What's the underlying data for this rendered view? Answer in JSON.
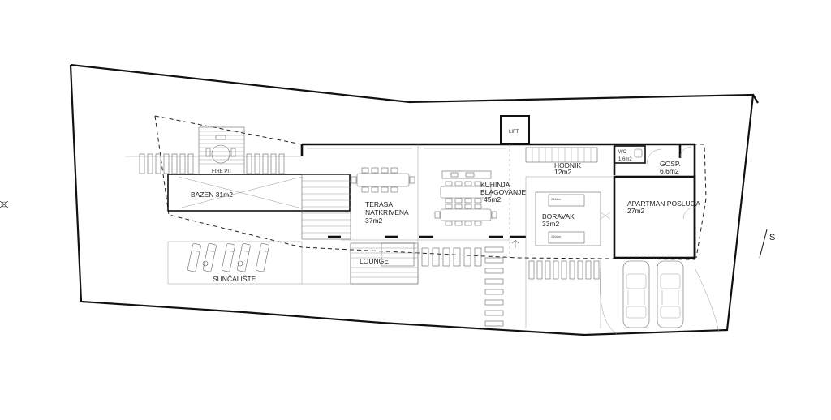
{
  "rooms": {
    "lift": "LIFT",
    "fire_pit": "FIRE PIT",
    "bazen": "BAZEN 31m2",
    "terasa_1": "TERASA",
    "terasa_2": "NATKRIVENA",
    "terasa_3": "37m2",
    "kuhinja_1": "KUHINJA",
    "kuhinja_2": "BLAGOVANJE",
    "kuhinja_3": "45m2",
    "hodnik_1": "HODNIK",
    "hodnik_2": "12m2",
    "wc_1": "WC",
    "wc_2": "1,6m2",
    "gosp_1": "GOSP.",
    "gosp_2": "6,6m2",
    "apartman_1": "APARTMAN POSLUGA",
    "apartman_2": "27m2",
    "boravak_1": "BORAVAK",
    "boravak_2": "33m2",
    "lounge": "LOUNGE",
    "suncaliste": "SUNČALIŠTE"
  },
  "furniture": {
    "sofa_dim_top": "260cm",
    "sofa_dim_bottom": "260cm"
  },
  "north": "S",
  "colors": {
    "wall": "#111111",
    "line": "#666666",
    "background": "#ffffff"
  }
}
